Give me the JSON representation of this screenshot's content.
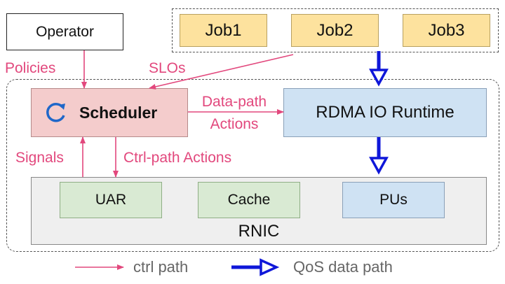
{
  "operator": "Operator",
  "jobs": [
    "Job1",
    "Job2",
    "Job3"
  ],
  "labels": {
    "policies": "Policies",
    "slos": "SLOs",
    "data_path_line1": "Data-path",
    "data_path_line2": "Actions",
    "signals": "Signals",
    "ctrl_path_actions": "Ctrl-path Actions"
  },
  "scheduler": {
    "icon": "refresh-icon",
    "label": "Scheduler"
  },
  "runtime": "RDMA IO Runtime",
  "rnic": {
    "label": "RNIC",
    "components": [
      "UAR",
      "Cache",
      "PUs"
    ]
  },
  "legend": {
    "ctrl_path": "ctrl path",
    "qos_data_path": "QoS data path"
  },
  "colors": {
    "ctrl": "#e2487d",
    "qos": "#0f17d9",
    "job_fill": "#fde29e",
    "scheduler_fill": "#f4cccc",
    "runtime_fill": "#cfe2f3",
    "green_fill": "#d9ead3",
    "rnic_fill": "#efefef"
  }
}
